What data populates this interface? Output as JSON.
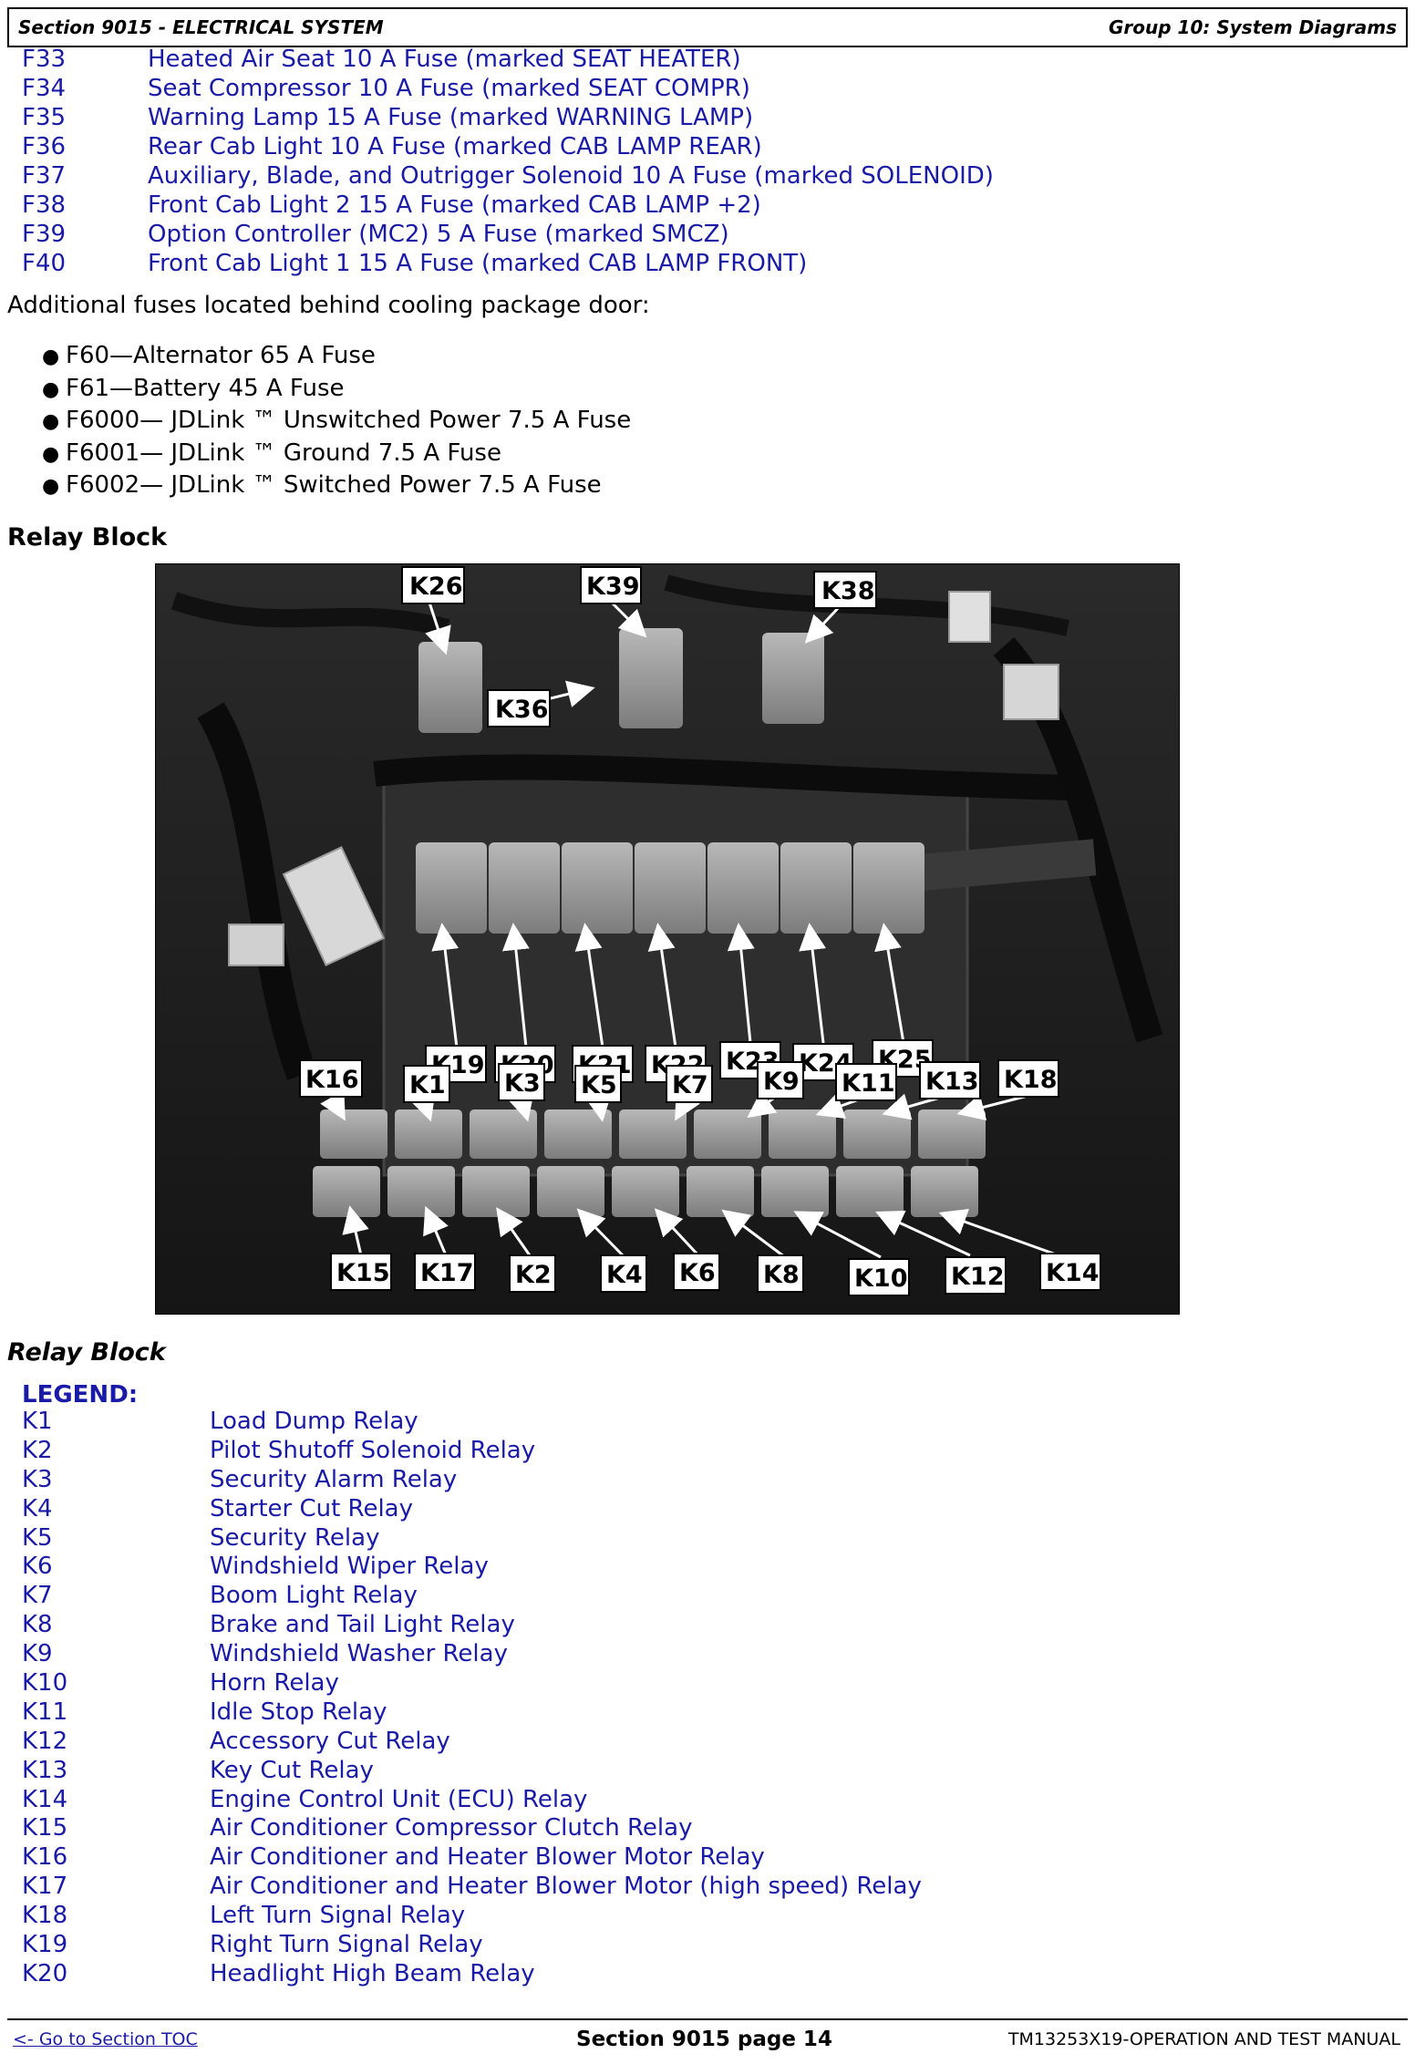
{
  "header": {
    "left": "Section 9015 - ELECTRICAL SYSTEM",
    "right": "Group 10: System Diagrams"
  },
  "fuses": [
    {
      "code": "F33",
      "desc": "Heated Air Seat 10 A Fuse (marked SEAT HEATER)"
    },
    {
      "code": "F34",
      "desc": "Seat Compressor 10 A Fuse (marked SEAT COMPR)"
    },
    {
      "code": "F35",
      "desc": "Warning Lamp 15 A Fuse (marked WARNING LAMP)"
    },
    {
      "code": "F36",
      "desc": "Rear Cab Light 10 A Fuse (marked CAB LAMP REAR)"
    },
    {
      "code": "F37",
      "desc": "Auxiliary, Blade, and Outrigger Solenoid 10 A Fuse (marked SOLENOID)"
    },
    {
      "code": "F38",
      "desc": "Front Cab Light 2 15 A Fuse (marked CAB LAMP +2)"
    },
    {
      "code": "F39",
      "desc": "Option Controller (MC2) 5 A Fuse (marked SMCZ)"
    },
    {
      "code": "F40",
      "desc": "Front Cab Light 1 15 A Fuse (marked CAB LAMP FRONT)"
    }
  ],
  "additional_text": "Additional fuses located behind cooling package door:",
  "additional_fuses": [
    "F60—Alternator 65 A Fuse",
    "F61—Battery 45 A Fuse",
    "F6000— JDLink ™ Unswitched Power 7.5 A Fuse",
    "F6001— JDLink ™ Ground 7.5 A Fuse",
    "F6002— JDLink ™ Switched Power 7.5 A Fuse"
  ],
  "relay_heading": "Relay Block",
  "figure": {
    "labels": {
      "K26": "K26",
      "K39": "K39",
      "K38": "K38",
      "K36": "K36",
      "K19": "K19",
      "K20": "K20",
      "K21": "K21",
      "K22": "K22",
      "K23": "K23",
      "K24": "K24",
      "K25": "K25",
      "K16": "K16",
      "K1": "K1",
      "K3": "K3",
      "K5": "K5",
      "K7": "K7",
      "K9": "K9",
      "K11": "K11",
      "K13": "K13",
      "K18": "K18",
      "K15": "K15",
      "K17": "K17",
      "K2": "K2",
      "K4": "K4",
      "K6": "K6",
      "K8": "K8",
      "K10": "K10",
      "K12": "K12",
      "K14": "K14"
    }
  },
  "caption": "Relay Block",
  "legend_title": "LEGEND:",
  "legend": [
    {
      "code": "K1",
      "desc": "Load Dump Relay"
    },
    {
      "code": "K2",
      "desc": "Pilot Shutoff Solenoid Relay"
    },
    {
      "code": "K3",
      "desc": "Security Alarm Relay"
    },
    {
      "code": "K4",
      "desc": "Starter Cut Relay"
    },
    {
      "code": "K5",
      "desc": "Security Relay"
    },
    {
      "code": "K6",
      "desc": "Windshield Wiper Relay"
    },
    {
      "code": "K7",
      "desc": "Boom Light Relay"
    },
    {
      "code": "K8",
      "desc": "Brake and Tail Light Relay"
    },
    {
      "code": "K9",
      "desc": "Windshield Washer Relay"
    },
    {
      "code": "K10",
      "desc": "Horn Relay"
    },
    {
      "code": "K11",
      "desc": "Idle Stop Relay"
    },
    {
      "code": "K12",
      "desc": "Accessory Cut Relay"
    },
    {
      "code": "K13",
      "desc": "Key Cut Relay"
    },
    {
      "code": "K14",
      "desc": "Engine Control Unit (ECU) Relay"
    },
    {
      "code": "K15",
      "desc": "Air Conditioner Compressor Clutch Relay"
    },
    {
      "code": "K16",
      "desc": "Air Conditioner and Heater Blower Motor Relay"
    },
    {
      "code": "K17",
      "desc": "Air Conditioner and Heater Blower Motor (high speed) Relay"
    },
    {
      "code": "K18",
      "desc": "Left Turn Signal Relay"
    },
    {
      "code": "K19",
      "desc": "Right Turn Signal Relay"
    },
    {
      "code": "K20",
      "desc": "Headlight High Beam Relay"
    }
  ],
  "footer": {
    "link": "<- Go to Section TOC",
    "center": "Section 9015 page 14",
    "right": "TM13253X19-OPERATION AND TEST MANUAL"
  }
}
